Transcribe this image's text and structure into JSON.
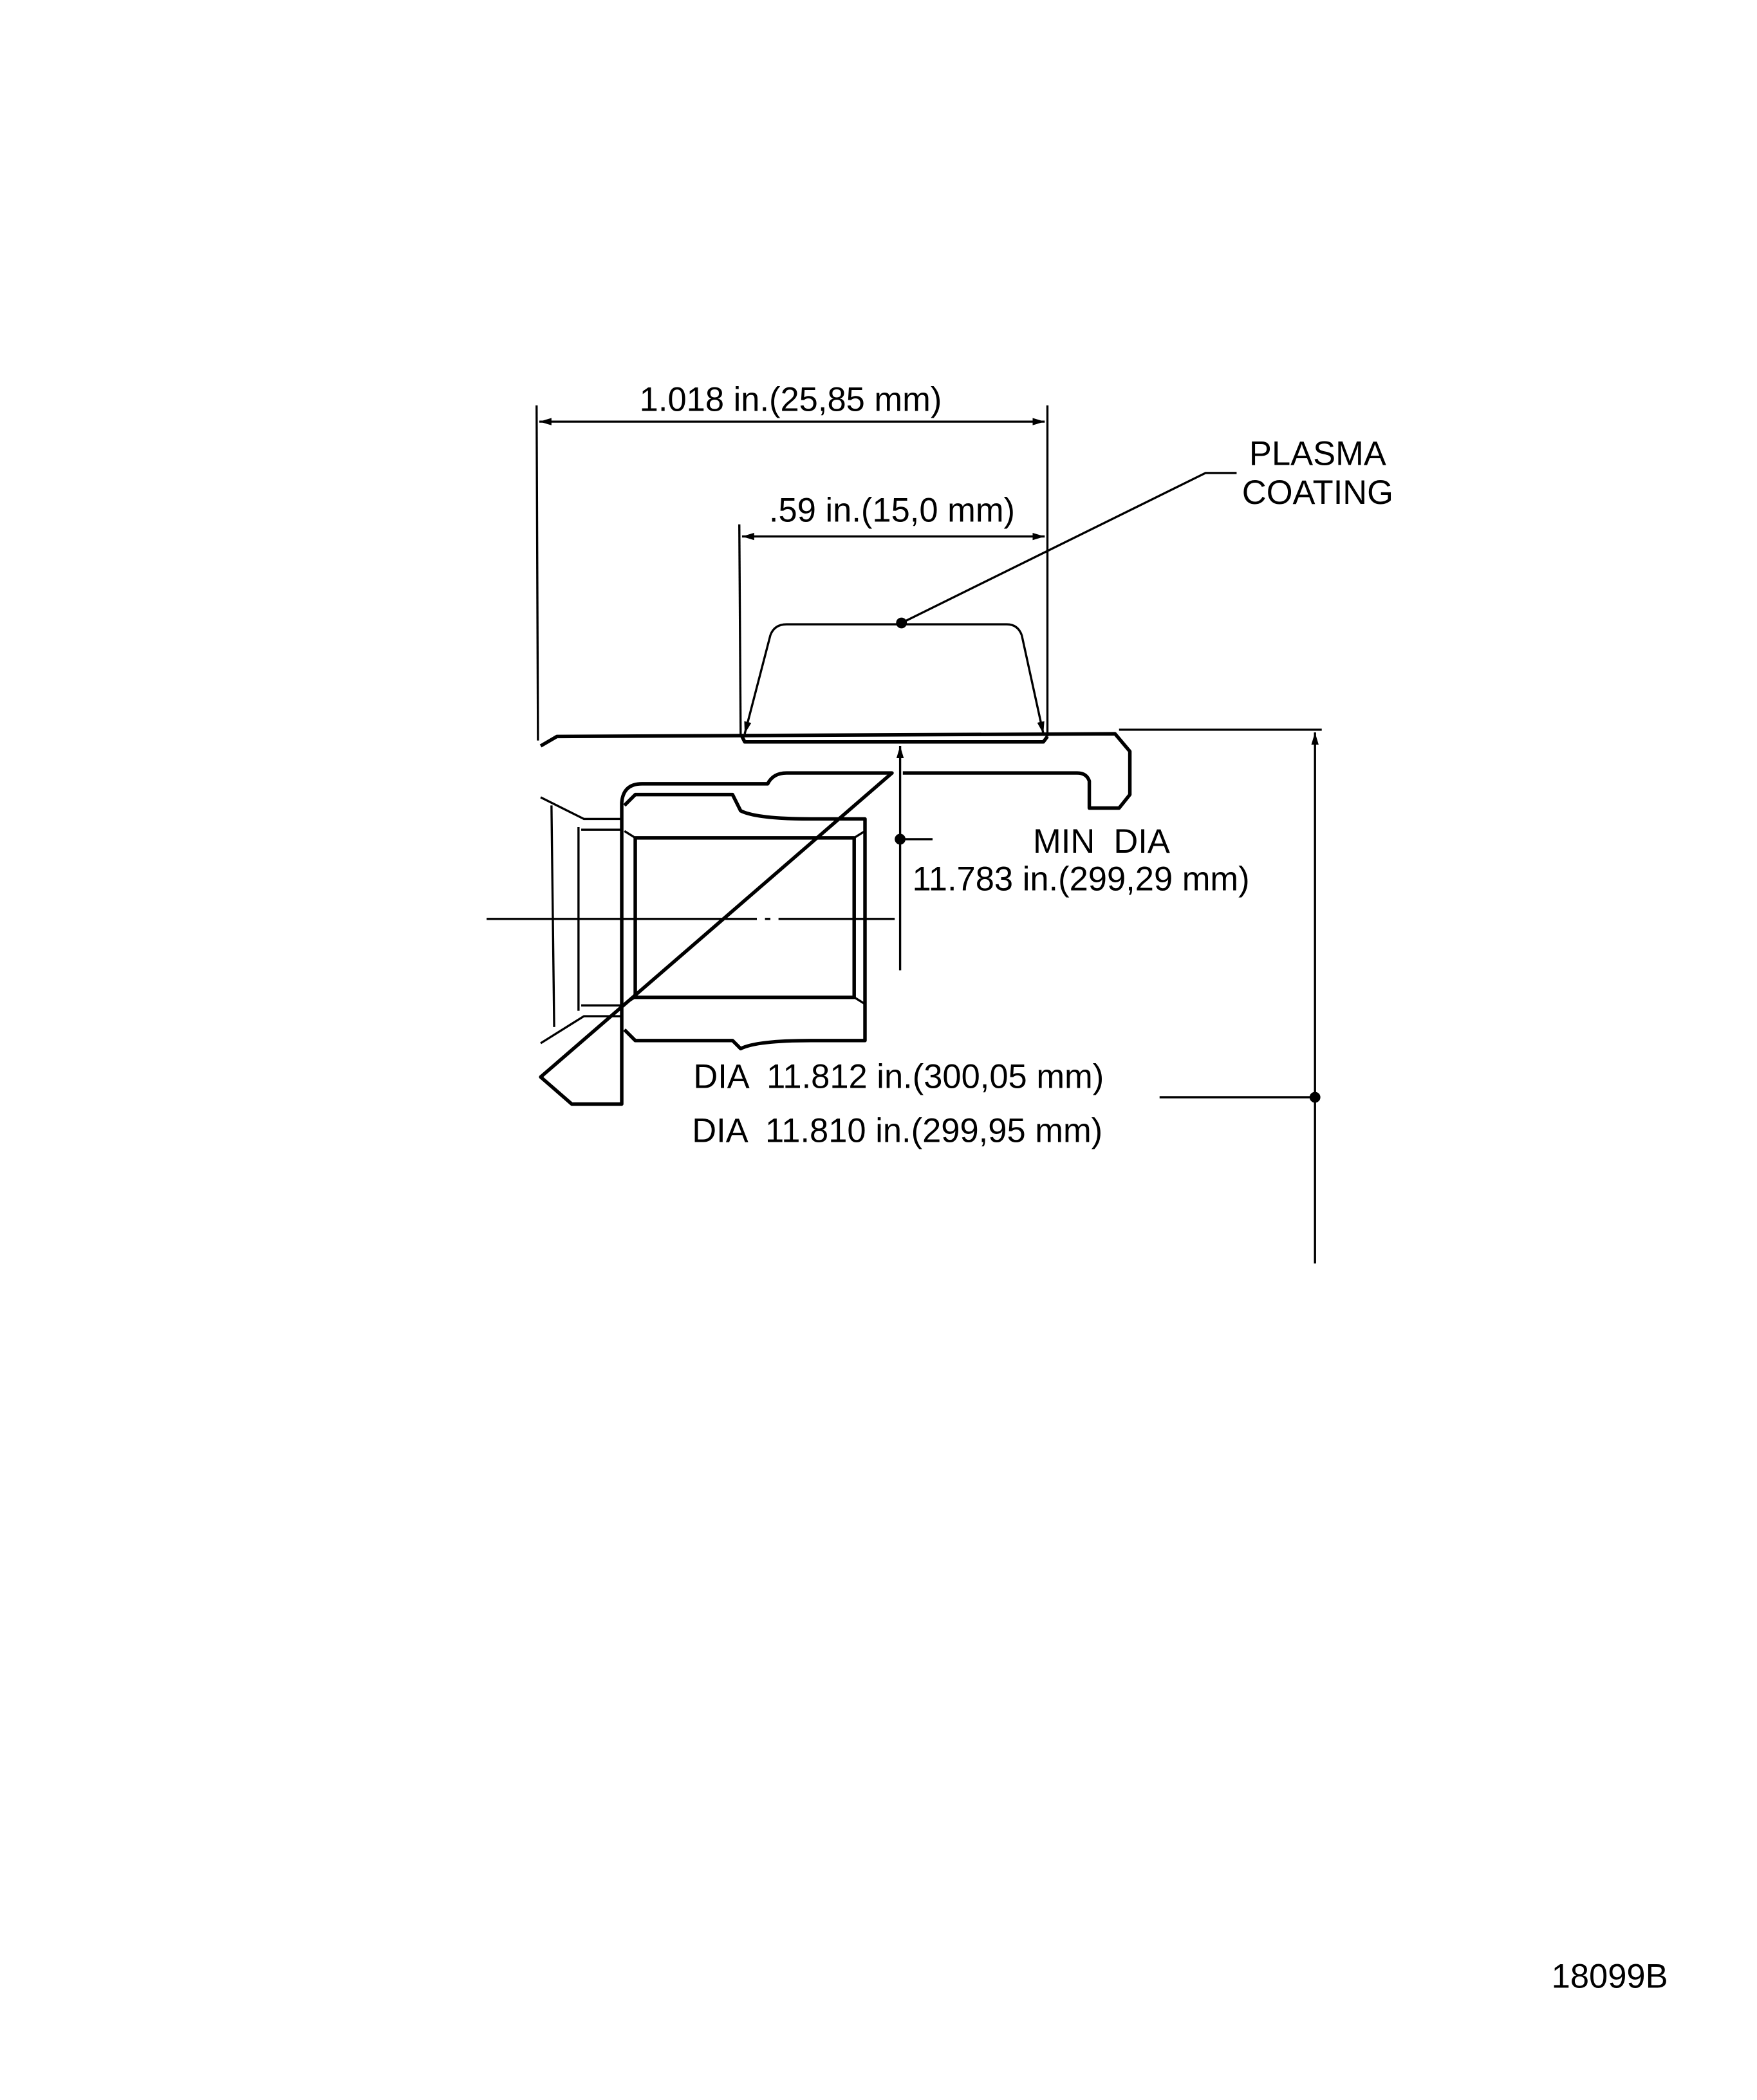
{
  "dimensions": {
    "overall_width": "1.018 in.(25,85 mm)",
    "coating_width": ".59 in.(15,0 mm)",
    "min_dia_label": "MIN  DIA",
    "min_dia_value": "11.783 in.(299,29 mm)",
    "dia_max": "DIA  11.812 in.(300,05 mm)",
    "dia_min": "DIA  11.810 in.(299,95 mm)"
  },
  "callouts": {
    "plasma_line1": "PLASMA",
    "plasma_line2": "COATING"
  },
  "figure_number": "18099B"
}
